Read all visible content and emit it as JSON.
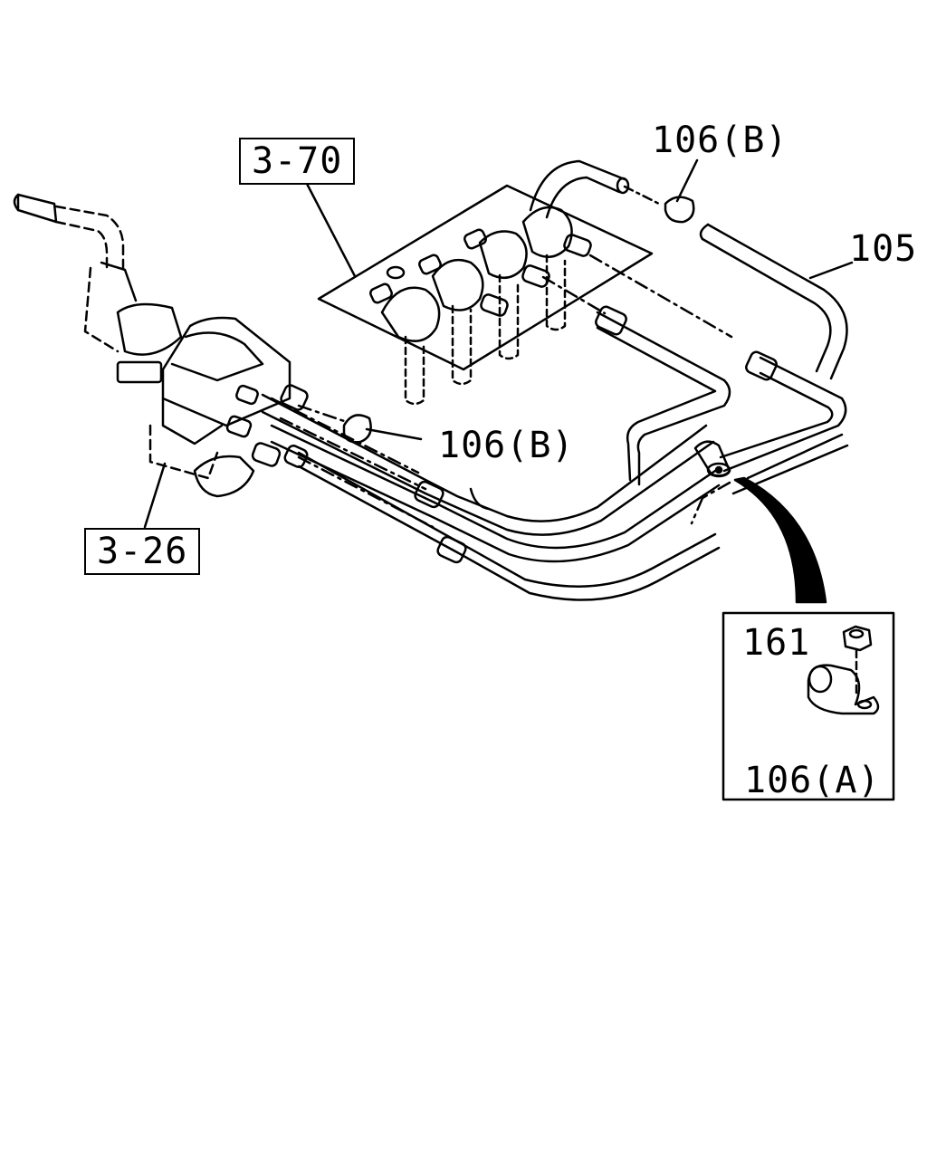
{
  "labels": {
    "ref_3_70": "3-70",
    "ref_3_26": "3-26",
    "part_106b_top": "106(B)",
    "part_106b_mid": "106(B)",
    "part_105": "105",
    "part_161": "161",
    "part_106a": "106(A)"
  },
  "colors": {
    "line": "#000000",
    "background": "#ffffff"
  }
}
